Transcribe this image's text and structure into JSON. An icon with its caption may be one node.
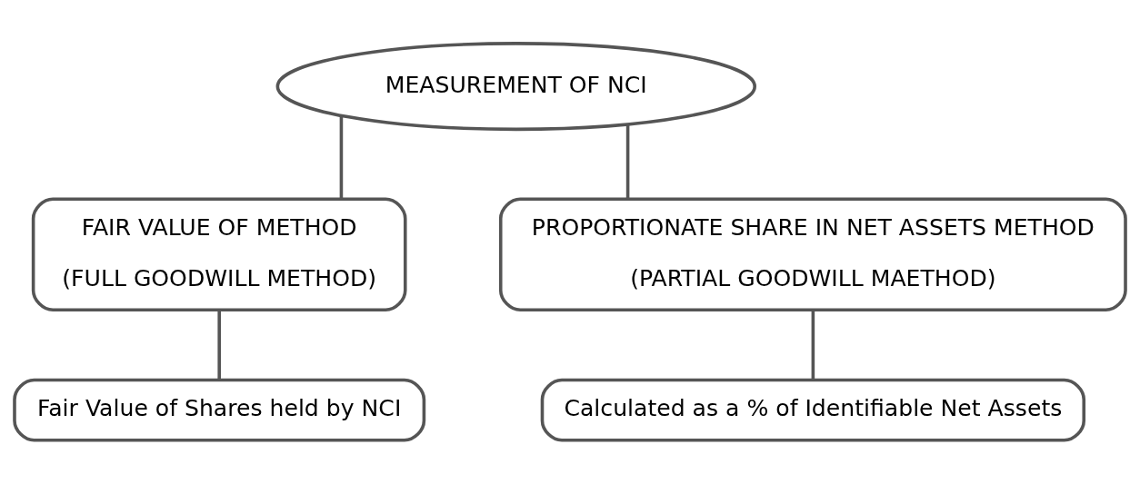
{
  "diagram": {
    "nodes": [
      {
        "text": [
          "MEASUREMENT OF NCI"
        ]
      },
      {
        "text": [
          "FAIR VALUE OF METHOD",
          "(FULL GOODWILL METHOD)"
        ]
      },
      {
        "text": [
          "PROPORTIONATE SHARE IN NET ASSETS METHOD",
          "(PARTIAL GOODWILL MAETHOD)"
        ]
      },
      {
        "text": [
          "Fair Value of Shares held by NCI"
        ]
      },
      {
        "text": [
          "Calculated as a % of Identifiable Net Assets"
        ]
      }
    ],
    "edges": [
      {
        "from": 0,
        "to": 1,
        "arrow": "none"
      },
      {
        "from": 0,
        "to": 2,
        "arrow": "none"
      },
      {
        "from": 1,
        "to": 3,
        "arrow": "none"
      },
      {
        "from": 2,
        "to": 4,
        "arrow": "none"
      }
    ]
  }
}
